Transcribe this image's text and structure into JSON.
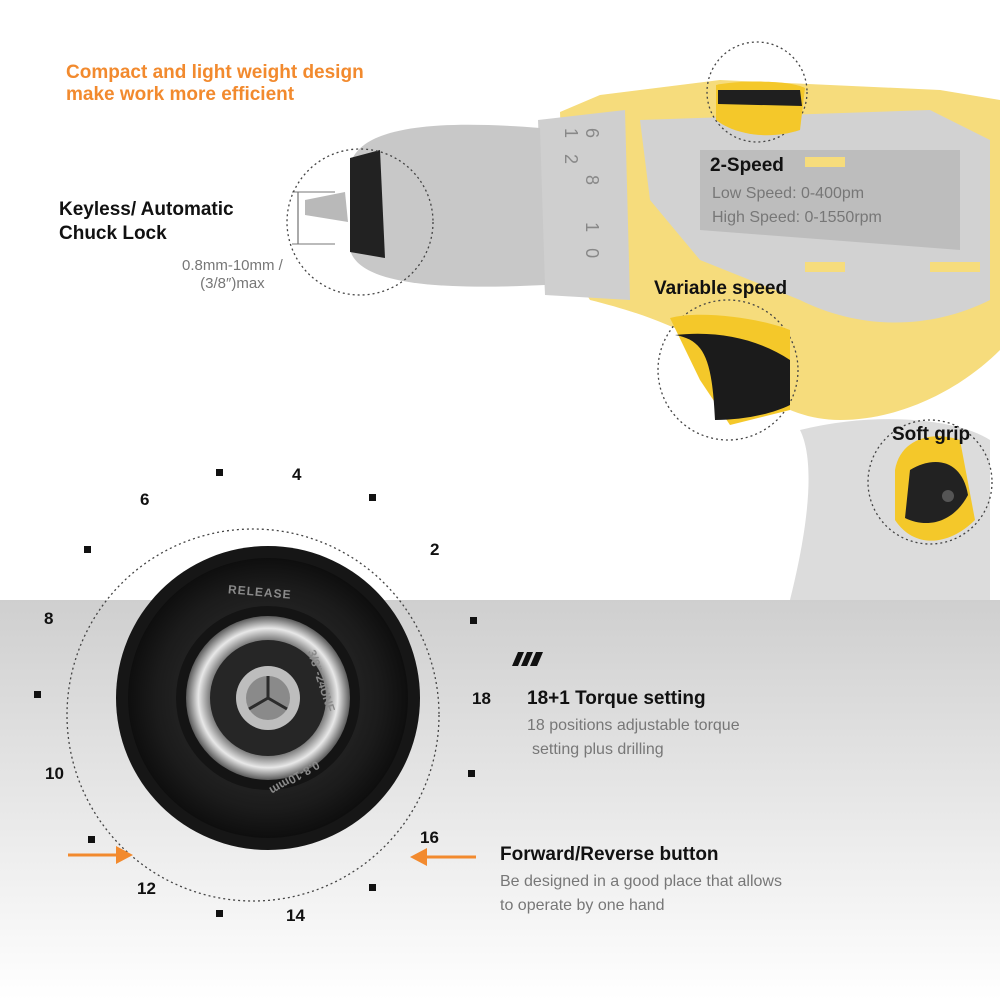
{
  "headline": {
    "line1": "Compact and light weight design",
    "line2": "make work more efficient"
  },
  "features": {
    "chuck": {
      "title_line1": "Keyless/ Automatic",
      "title_line2": "Chuck Lock",
      "spec_line1": "0.8mm-10mm /",
      "spec_line2": "(3/8″)max"
    },
    "speed": {
      "title": "2-Speed",
      "low": "Low Speed: 0-400pm",
      "high": "High Speed: 0-1550rpm"
    },
    "variable": {
      "title": "Variable speed"
    },
    "grip": {
      "title": "Soft grip"
    },
    "torque": {
      "title": "18+1 Torque setting",
      "desc_line1": "18 positions adjustable torque",
      "desc_line2": "setting plus drilling"
    },
    "reverse": {
      "title": "Forward/Reverse button",
      "desc_line1": "Be designed in a good place that allows",
      "desc_line2": "to operate by one hand"
    }
  },
  "dial": {
    "numbers": [
      "2",
      "4",
      "6",
      "8",
      "10",
      "12",
      "14",
      "16",
      "18"
    ],
    "chuck_text": {
      "release": "RELEASE",
      "size": "3/8\"-24UNF",
      "range": "0.8-10mm"
    }
  },
  "drill_markings": [
    "6",
    "8",
    "10",
    "12"
  ],
  "colors": {
    "accent": "#f28a2e",
    "body_yellow": "#f6dc7c",
    "chuck_black": "#1d1d1d",
    "grey": "#d4d4d4"
  }
}
